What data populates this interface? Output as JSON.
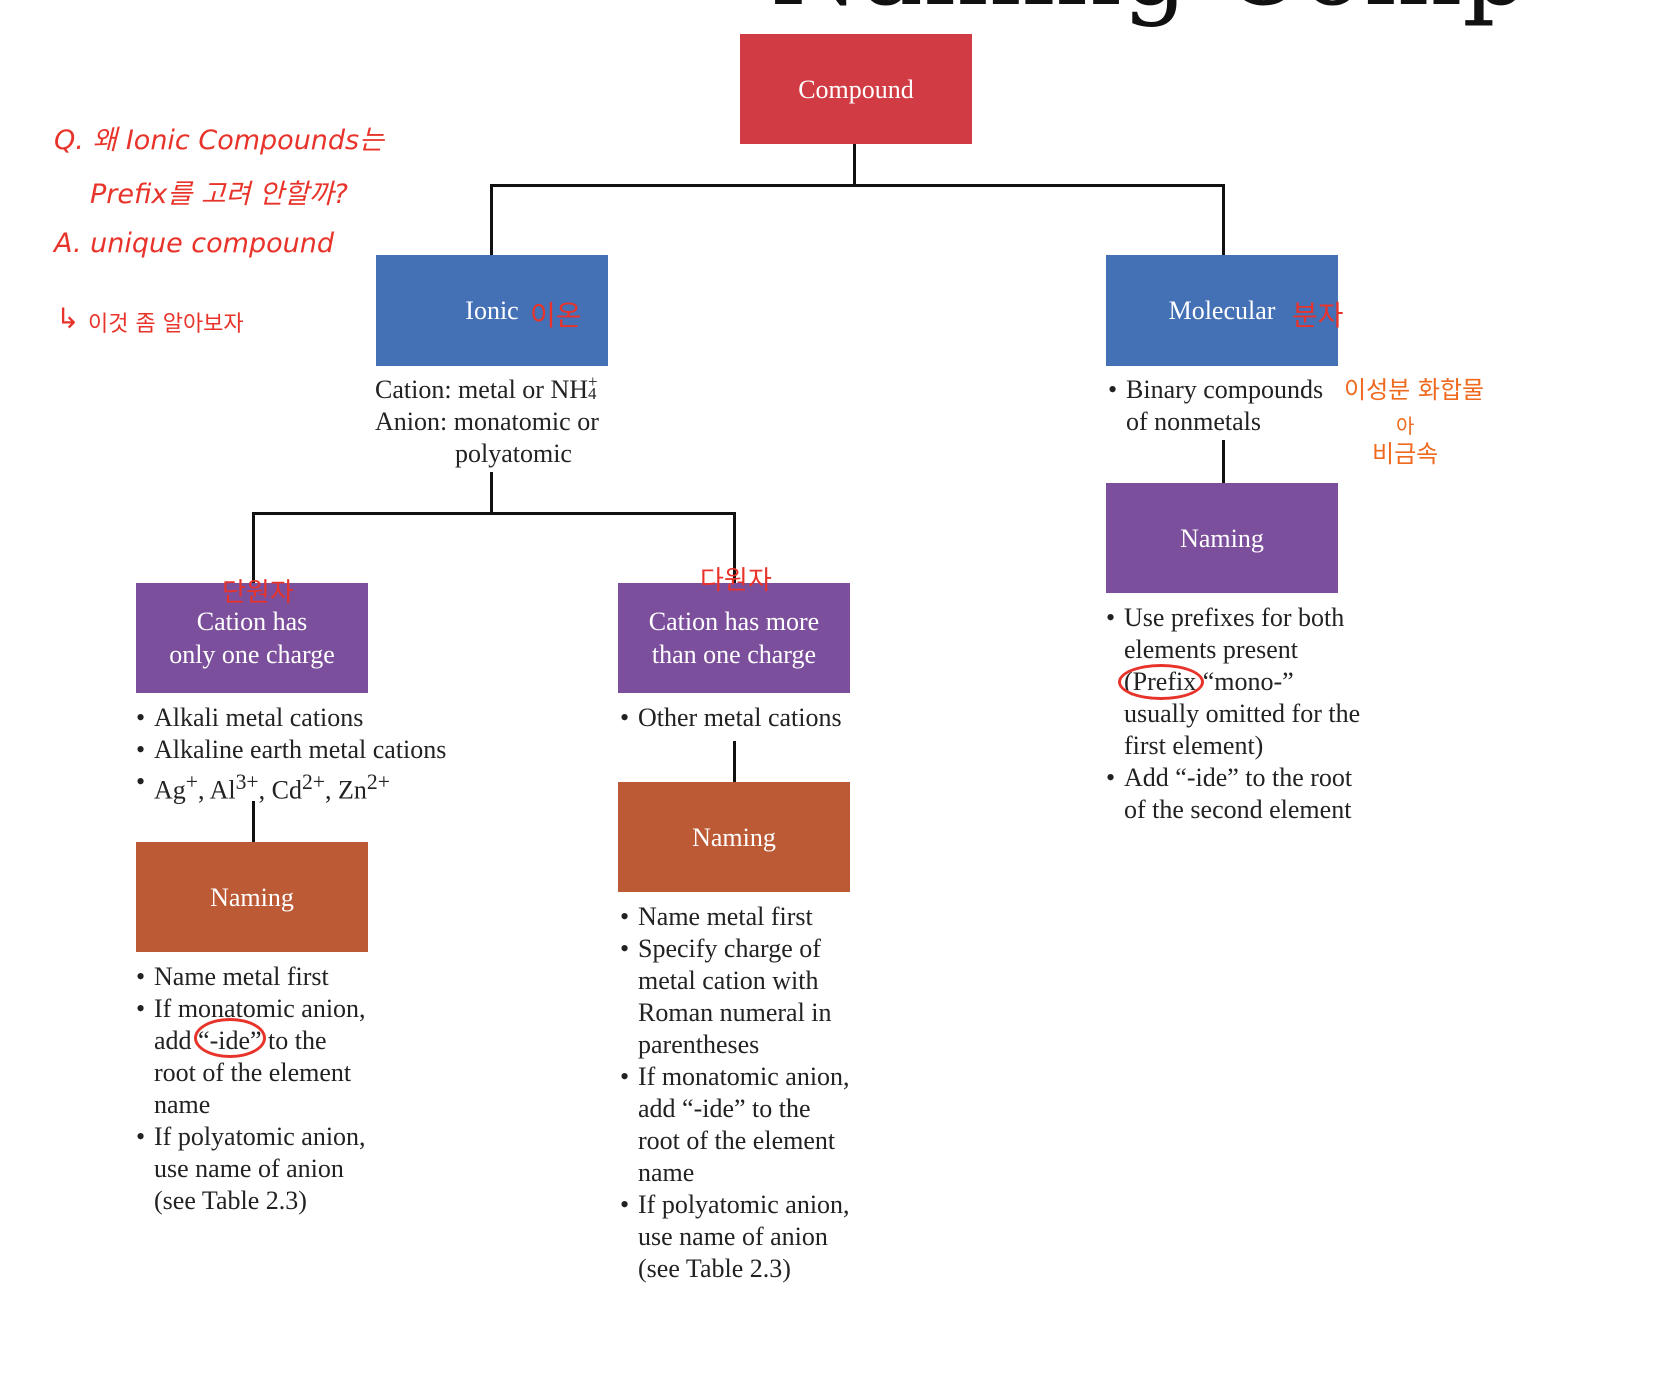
{
  "clipped_title": "Naming Comp",
  "root": {
    "label": "Compound",
    "color": "#d03b44"
  },
  "ionic": {
    "label": "Ionic",
    "color": "#4470b5",
    "desc_1_prefix": "Cation: metal or NH",
    "desc_1_sup": "+",
    "desc_1_sub": "4",
    "desc_2": "Anion: monatomic or",
    "desc_3": "polyatomic"
  },
  "molecular": {
    "label": "Molecular",
    "color": "#4470b5",
    "bullet_1": "Binary compounds",
    "bullet_1_cont": "of nonmetals",
    "naming": {
      "label": "Naming",
      "color": "#7c4f9c"
    },
    "naming_bullets": [
      "Use prefixes for both elements present (Prefix “mono-” usually omitted for the first element)",
      "Add “-ide” to the root of the second element"
    ]
  },
  "cation_one": {
    "label_1": "Cation has",
    "label_2": "only one charge",
    "color": "#7c4f9c",
    "bullets": [
      "Alkali metal cations",
      "Alkaline earth metal cations"
    ],
    "ions": [
      {
        "base": "Ag",
        "sup": "+"
      },
      {
        "base": "Al",
        "sup": "3+"
      },
      {
        "base": "Cd",
        "sup": "2+"
      },
      {
        "base": "Zn",
        "sup": "2+"
      }
    ],
    "naming": {
      "label": "Naming",
      "color": "#bb5a34"
    },
    "naming_bullets": [
      "Name metal first",
      "If monatomic anion, add “-ide” to the root of the element name",
      "If polyatomic anion, use name of anion (see Table 2.3)"
    ]
  },
  "cation_more": {
    "label_1": "Cation has more",
    "label_2": "than one charge",
    "color": "#7c4f9c",
    "bullets": [
      "Other metal cations"
    ],
    "naming": {
      "label": "Naming",
      "color": "#bb5a34"
    },
    "naming_bullets": [
      "Name metal first",
      "Specify charge of metal cation with Roman numeral in parentheses",
      "If monatomic anion, add “-ide” to the root of the element name",
      "If polyatomic anion, use name of anion (see Table 2.3)"
    ]
  },
  "annotations": {
    "q_line_1": "Q. 왜  Ionic Compounds는",
    "q_line_2": "Prefix를  고려  안할까?",
    "a_line": "A. unique  compound",
    "note": "이것 좀 알아보자",
    "ionic_note": "이온",
    "molecular_note": "분자",
    "side_note_1": "이성분 화합물",
    "side_note_2": "아",
    "side_note_3": "비금속",
    "mono_note": "단원자",
    "poly_note": "다원자",
    "hand_color": "#e8332a",
    "side_color": "#ef6a1f"
  }
}
